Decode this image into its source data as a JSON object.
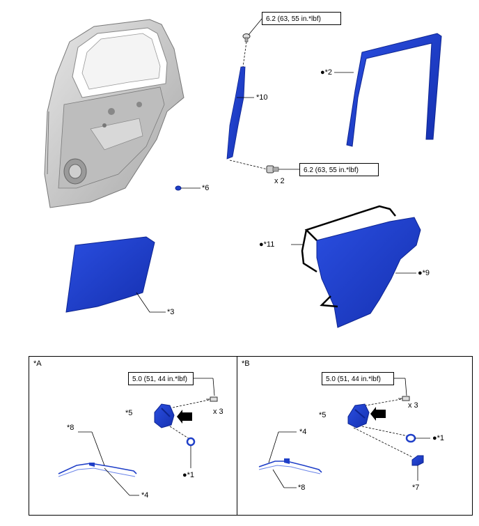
{
  "top": {
    "torque_top": "6.2 (63, 55 in.*lbf)",
    "torque_mid": "6.2 (63, 55 in.*lbf)",
    "qty_x2": "x 2",
    "labels": {
      "p10": "*10",
      "p2": "●*2",
      "p6": "*6",
      "p11": "●*11",
      "p9": "●*9",
      "p3": "*3"
    }
  },
  "panel_a": {
    "tag": "*A",
    "torque": "5.0 (51, 44 in.*lbf)",
    "qty": "x 3",
    "labels": {
      "p5": "*5",
      "p8": "*8",
      "p1": "●*1",
      "p4": "*4"
    }
  },
  "panel_b": {
    "tag": "*B",
    "torque": "5.0 (51, 44 in.*lbf)",
    "qty": "x 3",
    "labels": {
      "p5": "*5",
      "p4": "*4",
      "p1": "●*1",
      "p8": "*8",
      "p7": "*7"
    }
  },
  "colors": {
    "part_blue": "#1f3fc8",
    "dark_blue": "#0d2490",
    "frame_gray": "#c8c8c8"
  }
}
